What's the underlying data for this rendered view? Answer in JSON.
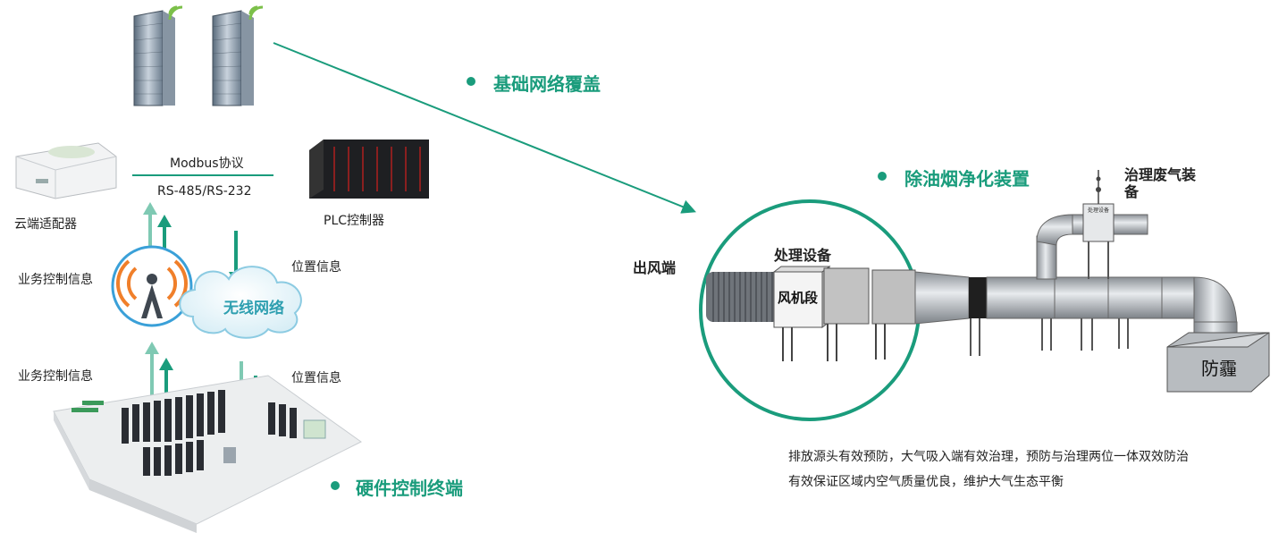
{
  "sections": {
    "network": "基础网络覆盖",
    "purifier": "除油烟净化装置",
    "hardware": "硬件控制终端"
  },
  "left": {
    "protocol": "Modbus协议",
    "interface": "RS-485/RS-232",
    "cloud_adapter": "云端适配器",
    "plc": "PLC控制器",
    "wireless": "无线网络",
    "business_info_top": "业务控制信息",
    "position_info_top": "位置信息",
    "business_info_bottom": "业务控制信息",
    "position_info_bottom": "位置信息"
  },
  "right": {
    "outlet": "出风端",
    "process_device": "处理设备",
    "fan_section": "风机段",
    "waste_gas_device": "治理废气装备",
    "device_tag": "处理设备",
    "fangmai": "防霾",
    "description_line1": "排放源头有效预防，大气吸入端有效治理，预防与治理两位一体双效防治",
    "description_line2": "有效保证区域内空气质量优良，维护大气生态平衡"
  },
  "colors": {
    "accent": "#1a9c7c",
    "arrow": "#2e9f80",
    "cloud_text": "#2e9fb0",
    "ring": "#3aa0d8"
  }
}
